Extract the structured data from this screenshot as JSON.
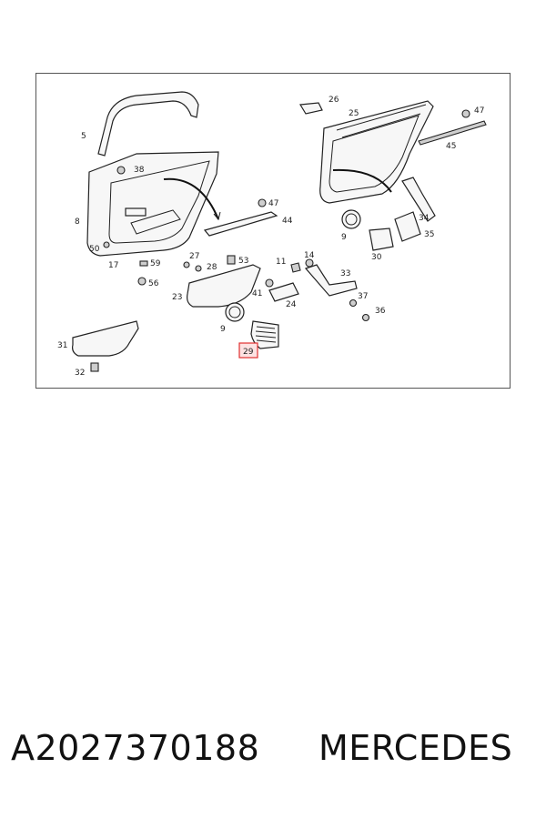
{
  "footer": {
    "part_number": "A2027370188",
    "brand": "MERCEDES"
  },
  "highlight_color": "#e03030",
  "callouts": {
    "c5": "5",
    "c38": "38",
    "c8": "8",
    "c50": "50",
    "c17": "17",
    "c26": "26",
    "c25": "25",
    "c47a": "47",
    "c45": "45",
    "c47b": "47",
    "c44": "44",
    "c9a": "9",
    "c34": "34",
    "c35": "35",
    "c30": "30",
    "c27": "27",
    "c53": "53",
    "c28": "28",
    "c59": "59",
    "c56": "56",
    "c11": "11",
    "c14": "14",
    "c33": "33",
    "c41": "41",
    "c23": "23",
    "c24": "24",
    "c37": "37",
    "c36": "36",
    "c9b": "9",
    "c31": "31",
    "c32": "32",
    "c29": "29"
  }
}
